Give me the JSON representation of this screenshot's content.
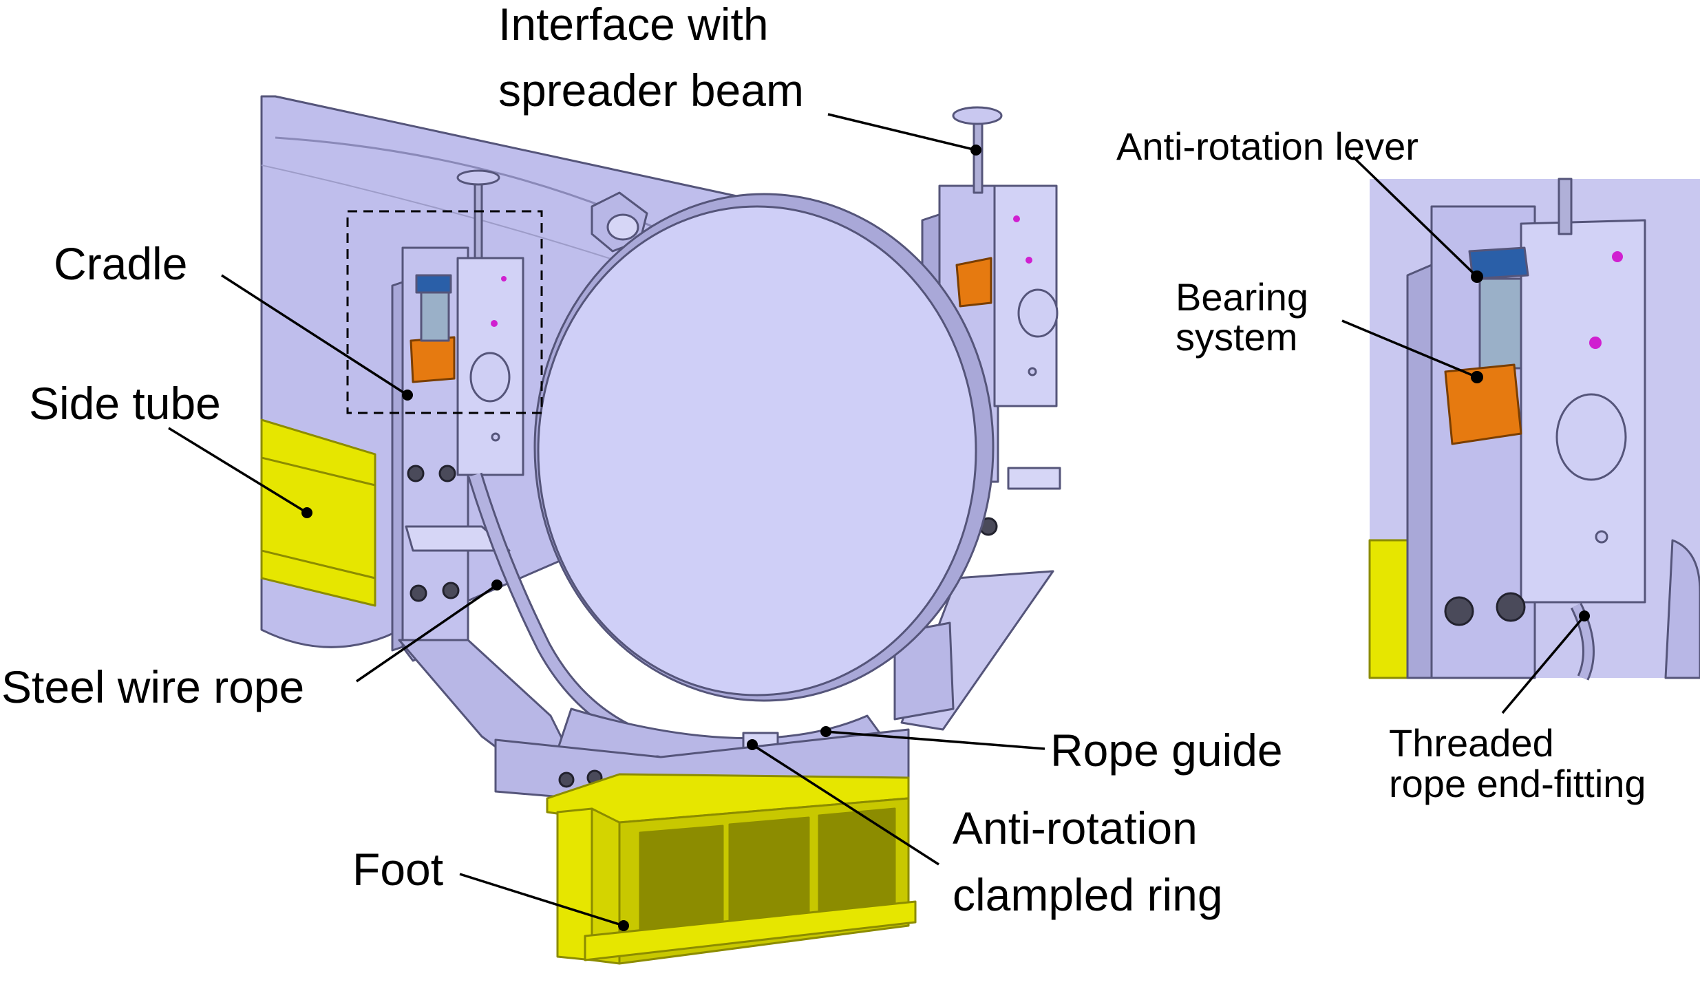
{
  "labels": {
    "interface_line1": "Interface with",
    "interface_line2": "spreader beam",
    "cradle": "Cradle",
    "side_tube": "Side tube",
    "steel_wire_rope": "Steel wire rope",
    "foot": "Foot",
    "rope_guide": "Rope guide",
    "anti_rotation_line1": "Anti-rotation",
    "anti_rotation_line2": "clampled ring",
    "anti_rotation_lever": "Anti-rotation lever",
    "bearing_line1": "Bearing",
    "bearing_line2": "system",
    "threaded_line1": "Threaded",
    "threaded_line2": "rope end-fitting"
  },
  "colors": {
    "body": "#c9c8f0",
    "body_dark": "#a9a8d8",
    "body_light": "#dcdcf8",
    "edge": "#55557a",
    "yellow": "#e6e600",
    "yellow_dark": "#8c8c00",
    "orange": "#e67a10",
    "magenta": "#d020d0",
    "blue": "#2a5fa8",
    "bolt": "#4a4a5a"
  }
}
